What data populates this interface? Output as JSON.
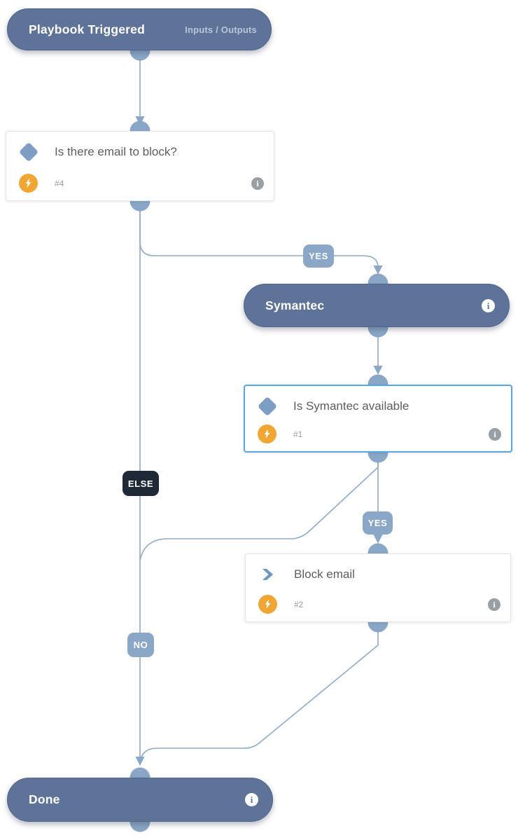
{
  "diagram": {
    "nodes": {
      "playbook_trigger": {
        "type": "trigger",
        "title": "Playbook Triggered",
        "action": "Inputs / Outputs"
      },
      "cond_email": {
        "type": "condition",
        "title": "Is there email to block?",
        "task_id": "#4"
      },
      "section_symantec": {
        "type": "section-header",
        "title": "Symantec"
      },
      "cond_symantec": {
        "type": "condition",
        "title": "Is Symantec available",
        "task_id": "#1",
        "selected": true
      },
      "task_block_email": {
        "type": "task",
        "title": "Block email",
        "task_id": "#2"
      },
      "done": {
        "type": "section-header",
        "title": "Done"
      }
    },
    "edge_labels": {
      "email_yes": "YES",
      "email_else": "ELSE",
      "symantec_yes": "YES",
      "symantec_no": "NO"
    },
    "icons": {
      "info_glyph": "i"
    },
    "colors": {
      "node_pill": "#5e7398",
      "connector_blue": "#8aa7c7",
      "edge_line": "#8fa9c6",
      "selected_border": "#55a8e2",
      "accent_orange": "#f0a632",
      "diamond_blue": "#7e9dc2",
      "chevron_blue": "#6e96c2",
      "else_label_bg": "#1e2837"
    }
  }
}
